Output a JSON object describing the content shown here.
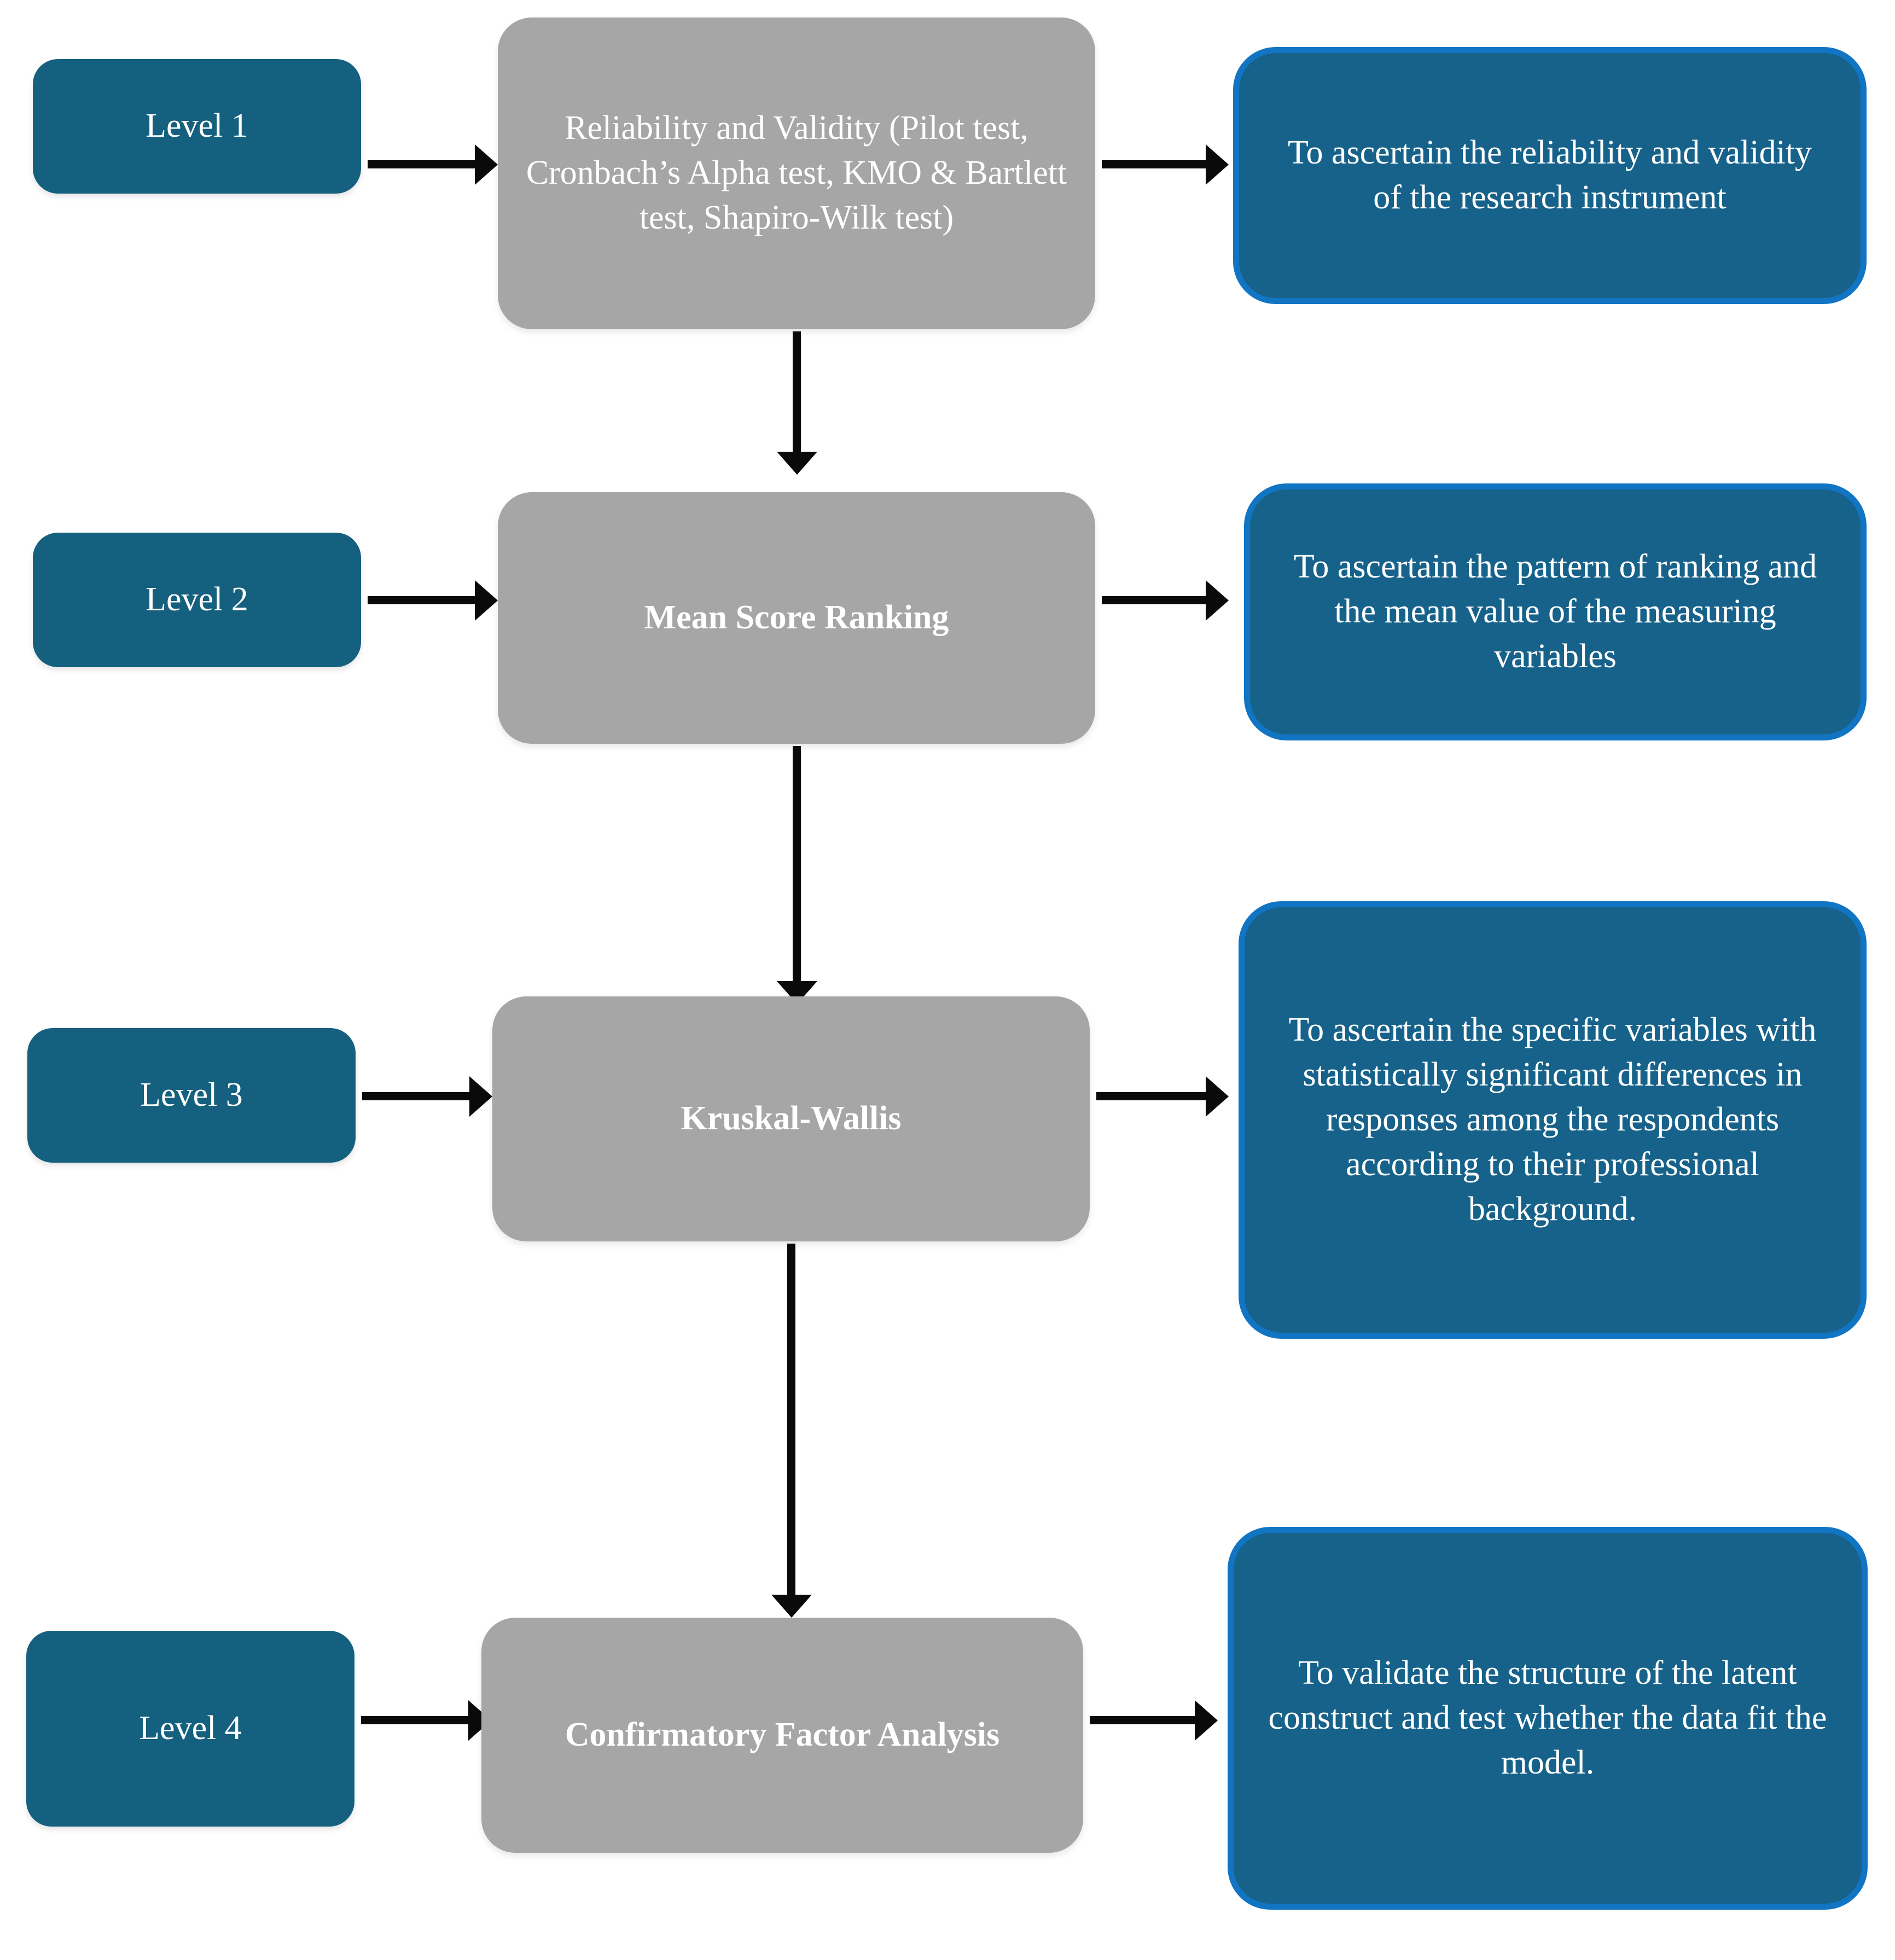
{
  "diagram": {
    "title": "Four-level data analysis flowchart",
    "colors": {
      "level_chip_fill": "#15607F",
      "method_box_fill": "#A6A6A6",
      "purpose_box_fill": "#17628A",
      "purpose_box_border": "#1175C4",
      "arrow": "#0A0A0A",
      "text": "#FFFFFF",
      "background": "#FFFFFF"
    },
    "rows": [
      {
        "level_label": "Level 1",
        "method_label": "Reliability and Validity (Pilot test, Cronbach’s Alpha test, KMO & Bartlett test, Shapiro-Wilk test)",
        "purpose_label": "To ascertain the reliability and validity of the research instrument"
      },
      {
        "level_label": "Level 2",
        "method_label": "Mean Score Ranking",
        "purpose_label": "To ascertain the pattern of ranking and the mean value of the measuring variables"
      },
      {
        "level_label": "Level 3",
        "method_label": "Kruskal-Wallis",
        "purpose_label": "To ascertain the specific variables with statistically significant differences in responses among the respondents according to their professional background."
      },
      {
        "level_label": "Level 4",
        "method_label": "Confirmatory Factor Analysis",
        "purpose_label": "To validate the structure of the latent construct and test whether the data fit the model."
      }
    ],
    "connectors": {
      "horizontal_level_to_method": "arrow-right",
      "horizontal_method_to_purpose": "arrow-right",
      "vertical_method_to_method": "arrow-down"
    }
  }
}
